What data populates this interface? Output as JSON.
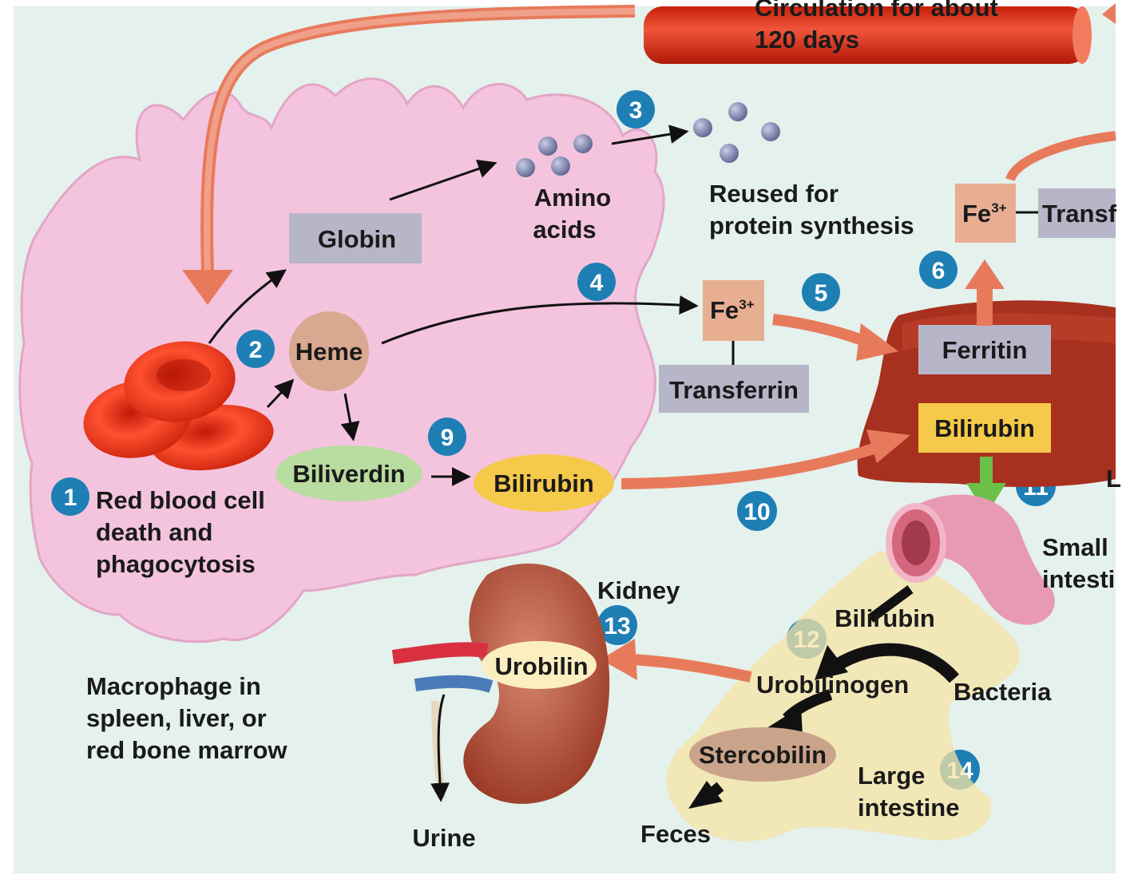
{
  "circulation": {
    "line1": "Circulation for about",
    "line2": "120 days"
  },
  "macrophage": {
    "globin": "Globin",
    "amino": [
      "Amino",
      "acids"
    ],
    "heme": "Heme",
    "biliverdin": "Biliverdin",
    "bilirubin": "Bilirubin",
    "rbc_label": [
      "Red blood cell",
      "death and",
      "phagocytosis"
    ],
    "caption": [
      "Macrophage in",
      "spleen, liver, or",
      "red bone marrow"
    ]
  },
  "reused": [
    "Reused for",
    "protein synthesis"
  ],
  "iron": {
    "fe_base": "Fe",
    "fe_sup": "3+",
    "transferrin": "Transferrin",
    "transf_cut": "Transf",
    "ferritin": "Ferritin",
    "liver_bilirubin": "Bilirubin",
    "liver_cut": "L"
  },
  "gut": {
    "small_intestine": [
      "Small",
      "intesti"
    ],
    "bilirubin": "Bilirubin",
    "urobilinogen": "Urobilinogen",
    "bacteria": "Bacteria",
    "stercobilin": "Stercobilin",
    "feces": "Feces",
    "large_intestine": [
      "Large",
      "intestine"
    ]
  },
  "kidney": {
    "label": "Kidney",
    "urobilin": "Urobilin",
    "urine": "Urine"
  },
  "steps": [
    "1",
    "2",
    "3",
    "4",
    "5",
    "6",
    "9",
    "10",
    "11",
    "12",
    "13",
    "14"
  ],
  "colors": {
    "background": "#e4f1ec",
    "macrophage": "#f4c4de",
    "rbc": "#e8341c",
    "arrow_salmon": "#e87a5c",
    "box_gray": "#b7b5c8",
    "heme": "#d9a890",
    "biliverdin": "#b9dca0",
    "bilirubin": "#f5c94a",
    "liver": "#a8301e",
    "step_blue": "#1e7fb5"
  }
}
